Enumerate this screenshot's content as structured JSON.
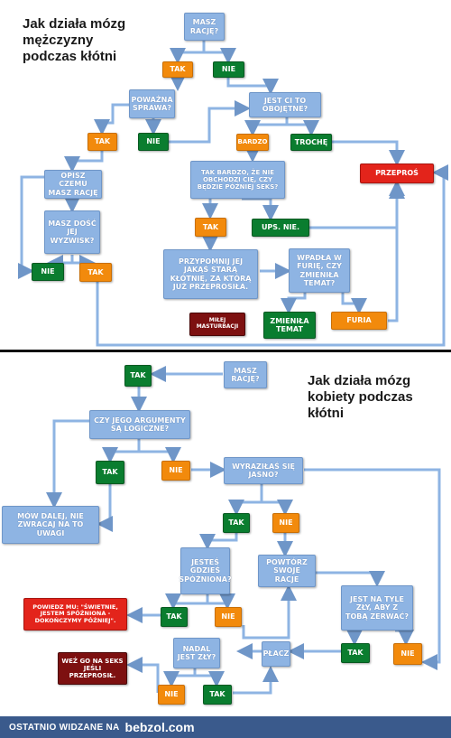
{
  "male": {
    "title": [
      "Jak działa mózg",
      "mężczyzny",
      "podczas kłótni"
    ],
    "nodes": {
      "m_masz": "MASZ RACJĘ?",
      "m_tak1": "TAK",
      "m_nie1": "NIE",
      "m_powazna": "POWAŻNA SPRAWA?",
      "m_obojetne": "JEST CI TO OBOJĘTNE?",
      "m_tak2": "TAK",
      "m_nie2": "NIE",
      "m_bardzo": "BARDZO",
      "m_troche": "TROCHĘ",
      "m_opisz": "OPISZ CZEMU MASZ RACJĘ",
      "m_przepros": "PRZEPROŚ",
      "m_takbardzo": "TAK BARDZO, ŻE NIE OBCHODZI CIĘ, CZY BĘDZIE PÓŹNIEJ SEKS?",
      "m_dosc": "MASZ DOŚĆ JEJ WYZWISK?",
      "m_tak3": "TAK",
      "m_ups": "UPS. NIE.",
      "m_przypomnij": "PRZYPOMNIJ JEJ JAKĄŚ STARĄ KŁÓTNIĘ, ZA KTÓRĄ JUŻ PRZEPROSIŁA.",
      "m_wpadla": "WPADŁA W FURIĘ, CZY ZMIENIŁA TEMAT?",
      "m_nie3": "NIE",
      "m_tak4": "TAK",
      "m_milej": "MIŁEJ MASTURBACJI",
      "m_zmienila": "ZMIENIŁA TEMAT",
      "m_furia": "FURIA"
    }
  },
  "female": {
    "title": [
      "Jak działa mózg",
      "kobiety podczas",
      "kłótni"
    ],
    "nodes": {
      "f_tak_top": "TAK",
      "f_masz": "MASZ RACJĘ?",
      "f_argumenty": "CZY JEGO ARGUMENTY SĄ LOGICZNE?",
      "f_tak1": "TAK",
      "f_nie1": "NIE",
      "f_wyrazilas": "WYRAZIŁAŚ SIĘ JASNO?",
      "f_mow": "MÓW DALEJ, NIE ZWRACAJ NA TO UWAGI",
      "f_tak2": "TAK",
      "f_nie2": "NIE",
      "f_jestes": "JESTEŚ GDZIEŚ SPÓŹNIONA?",
      "f_powtorz": "POWTÓRZ SWOJE RACJE",
      "f_jestnatyle": "JEST NA TYLE ZŁY, ABY Z TOBĄ ZERWAĆ?",
      "f_powiedz": "POWIEDZ MU: \"ŚWIETNIE, JESTEM SPÓŹNIONA - DOKOŃCZYMY PÓŹNIEJ\".",
      "f_tak3": "TAK",
      "f_nie3": "NIE",
      "f_nadal": "NADAL JEST ZŁY?",
      "f_placz": "PŁACZ",
      "f_tak4": "TAK",
      "f_nie4": "NIE",
      "f_wez": "WEŹ GO NA SEKS JEŚLI PRZEPROSIŁ.",
      "f_nie5": "NIE",
      "f_tak5": "TAK"
    }
  },
  "footer": {
    "text": "OSTATNIO WIDZANE NA",
    "brand": "bebzol.com"
  },
  "colors": {
    "question": "#8eb4e3",
    "yes": "#0a7d2f",
    "no": "#f28a0c",
    "stop": "#e3241b",
    "dark": "#7d1010",
    "footer": "#3a5a8c"
  }
}
